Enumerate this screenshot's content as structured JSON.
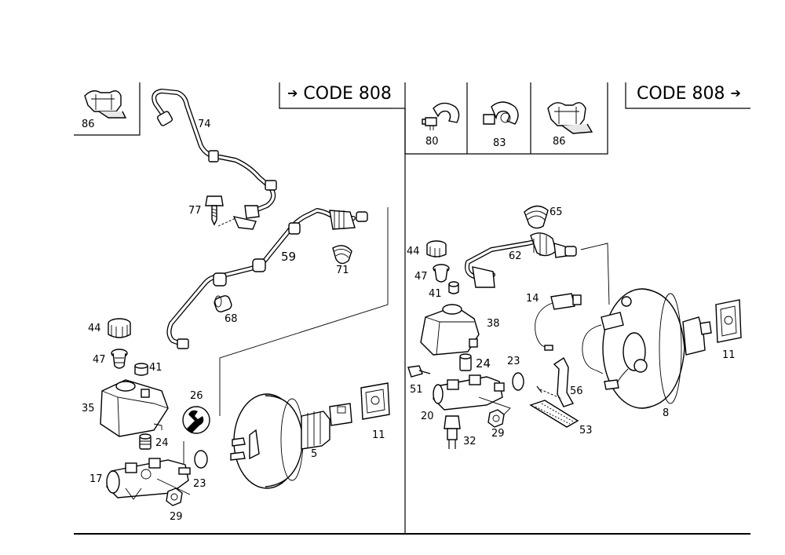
{
  "code_left": "CODE 808",
  "code_right": "CODE 808",
  "arrow_glyph": "➔",
  "labels_left": {
    "p86": "86",
    "p74": "74",
    "p77": "77",
    "p59": "59",
    "p71": "71",
    "p68": "68",
    "p44": "44",
    "p47": "47",
    "p41": "41",
    "p35": "35",
    "p26": "26",
    "p24": "24",
    "p17": "17",
    "p23": "23",
    "p29": "29",
    "p5": "5",
    "p11": "11"
  },
  "labels_right": {
    "p80": "80",
    "p83": "83",
    "p86": "86",
    "p65": "65",
    "p44": "44",
    "p62": "62",
    "p47": "47",
    "p41": "41",
    "p14": "14",
    "p38": "38",
    "p24": "24",
    "p23": "23",
    "p51": "51",
    "p56": "56",
    "p20": "20",
    "p29": "29",
    "p53": "53",
    "p32": "32",
    "p8": "8",
    "p11": "11"
  },
  "icons": [
    "clip-icon",
    "wrench-icon",
    "arrow-right-icon"
  ]
}
